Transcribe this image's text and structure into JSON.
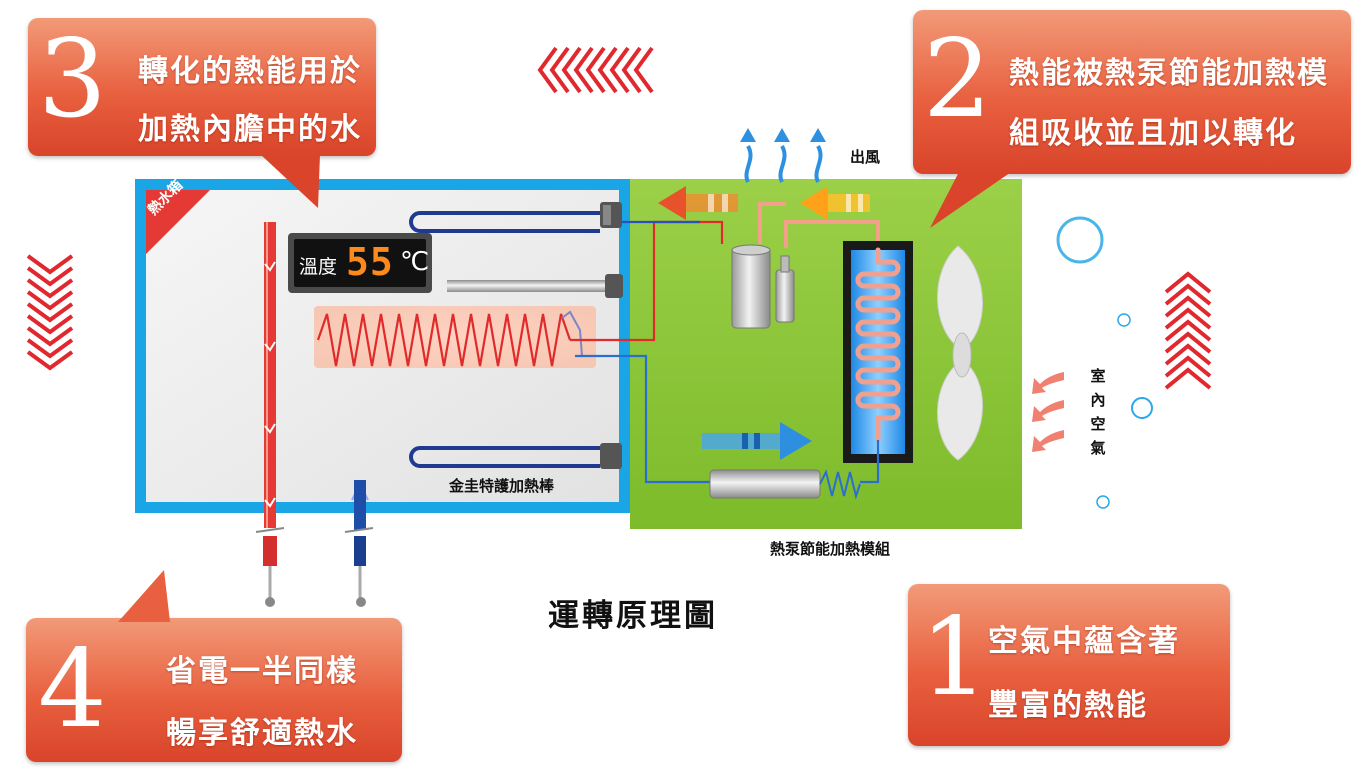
{
  "bubble3": {
    "number": "3",
    "line1": "轉化的熱能用於",
    "line2": "加熱內膽中的水"
  },
  "bubble2": {
    "number": "2",
    "line1": "熱能被熱泵節能加熱模",
    "line2": "組吸收並且加以轉化"
  },
  "bubble4": {
    "number": "4",
    "line1": "省電一半同樣",
    "line2": "暢享舒適熱水"
  },
  "bubble1": {
    "number": "1",
    "line1": "空氣中蘊含著",
    "line2": "豐富的熱能"
  },
  "tank": {
    "corner_label": "熱水箱",
    "heater_label": "金圭特護加熱棒"
  },
  "display": {
    "label": "溫度",
    "value": "55",
    "unit": "℃"
  },
  "module": {
    "label": "熱泵節能加熱模組",
    "air_out_label": "出風",
    "indoor_air_label": "室內空氣"
  },
  "title": "運轉原理圖",
  "colors": {
    "bubble": "#e8603f",
    "tank_border": "#1aa6e6",
    "module": "#8cc63f",
    "arrow_red": "#e03030",
    "display_digits": "#ff8a1c"
  }
}
